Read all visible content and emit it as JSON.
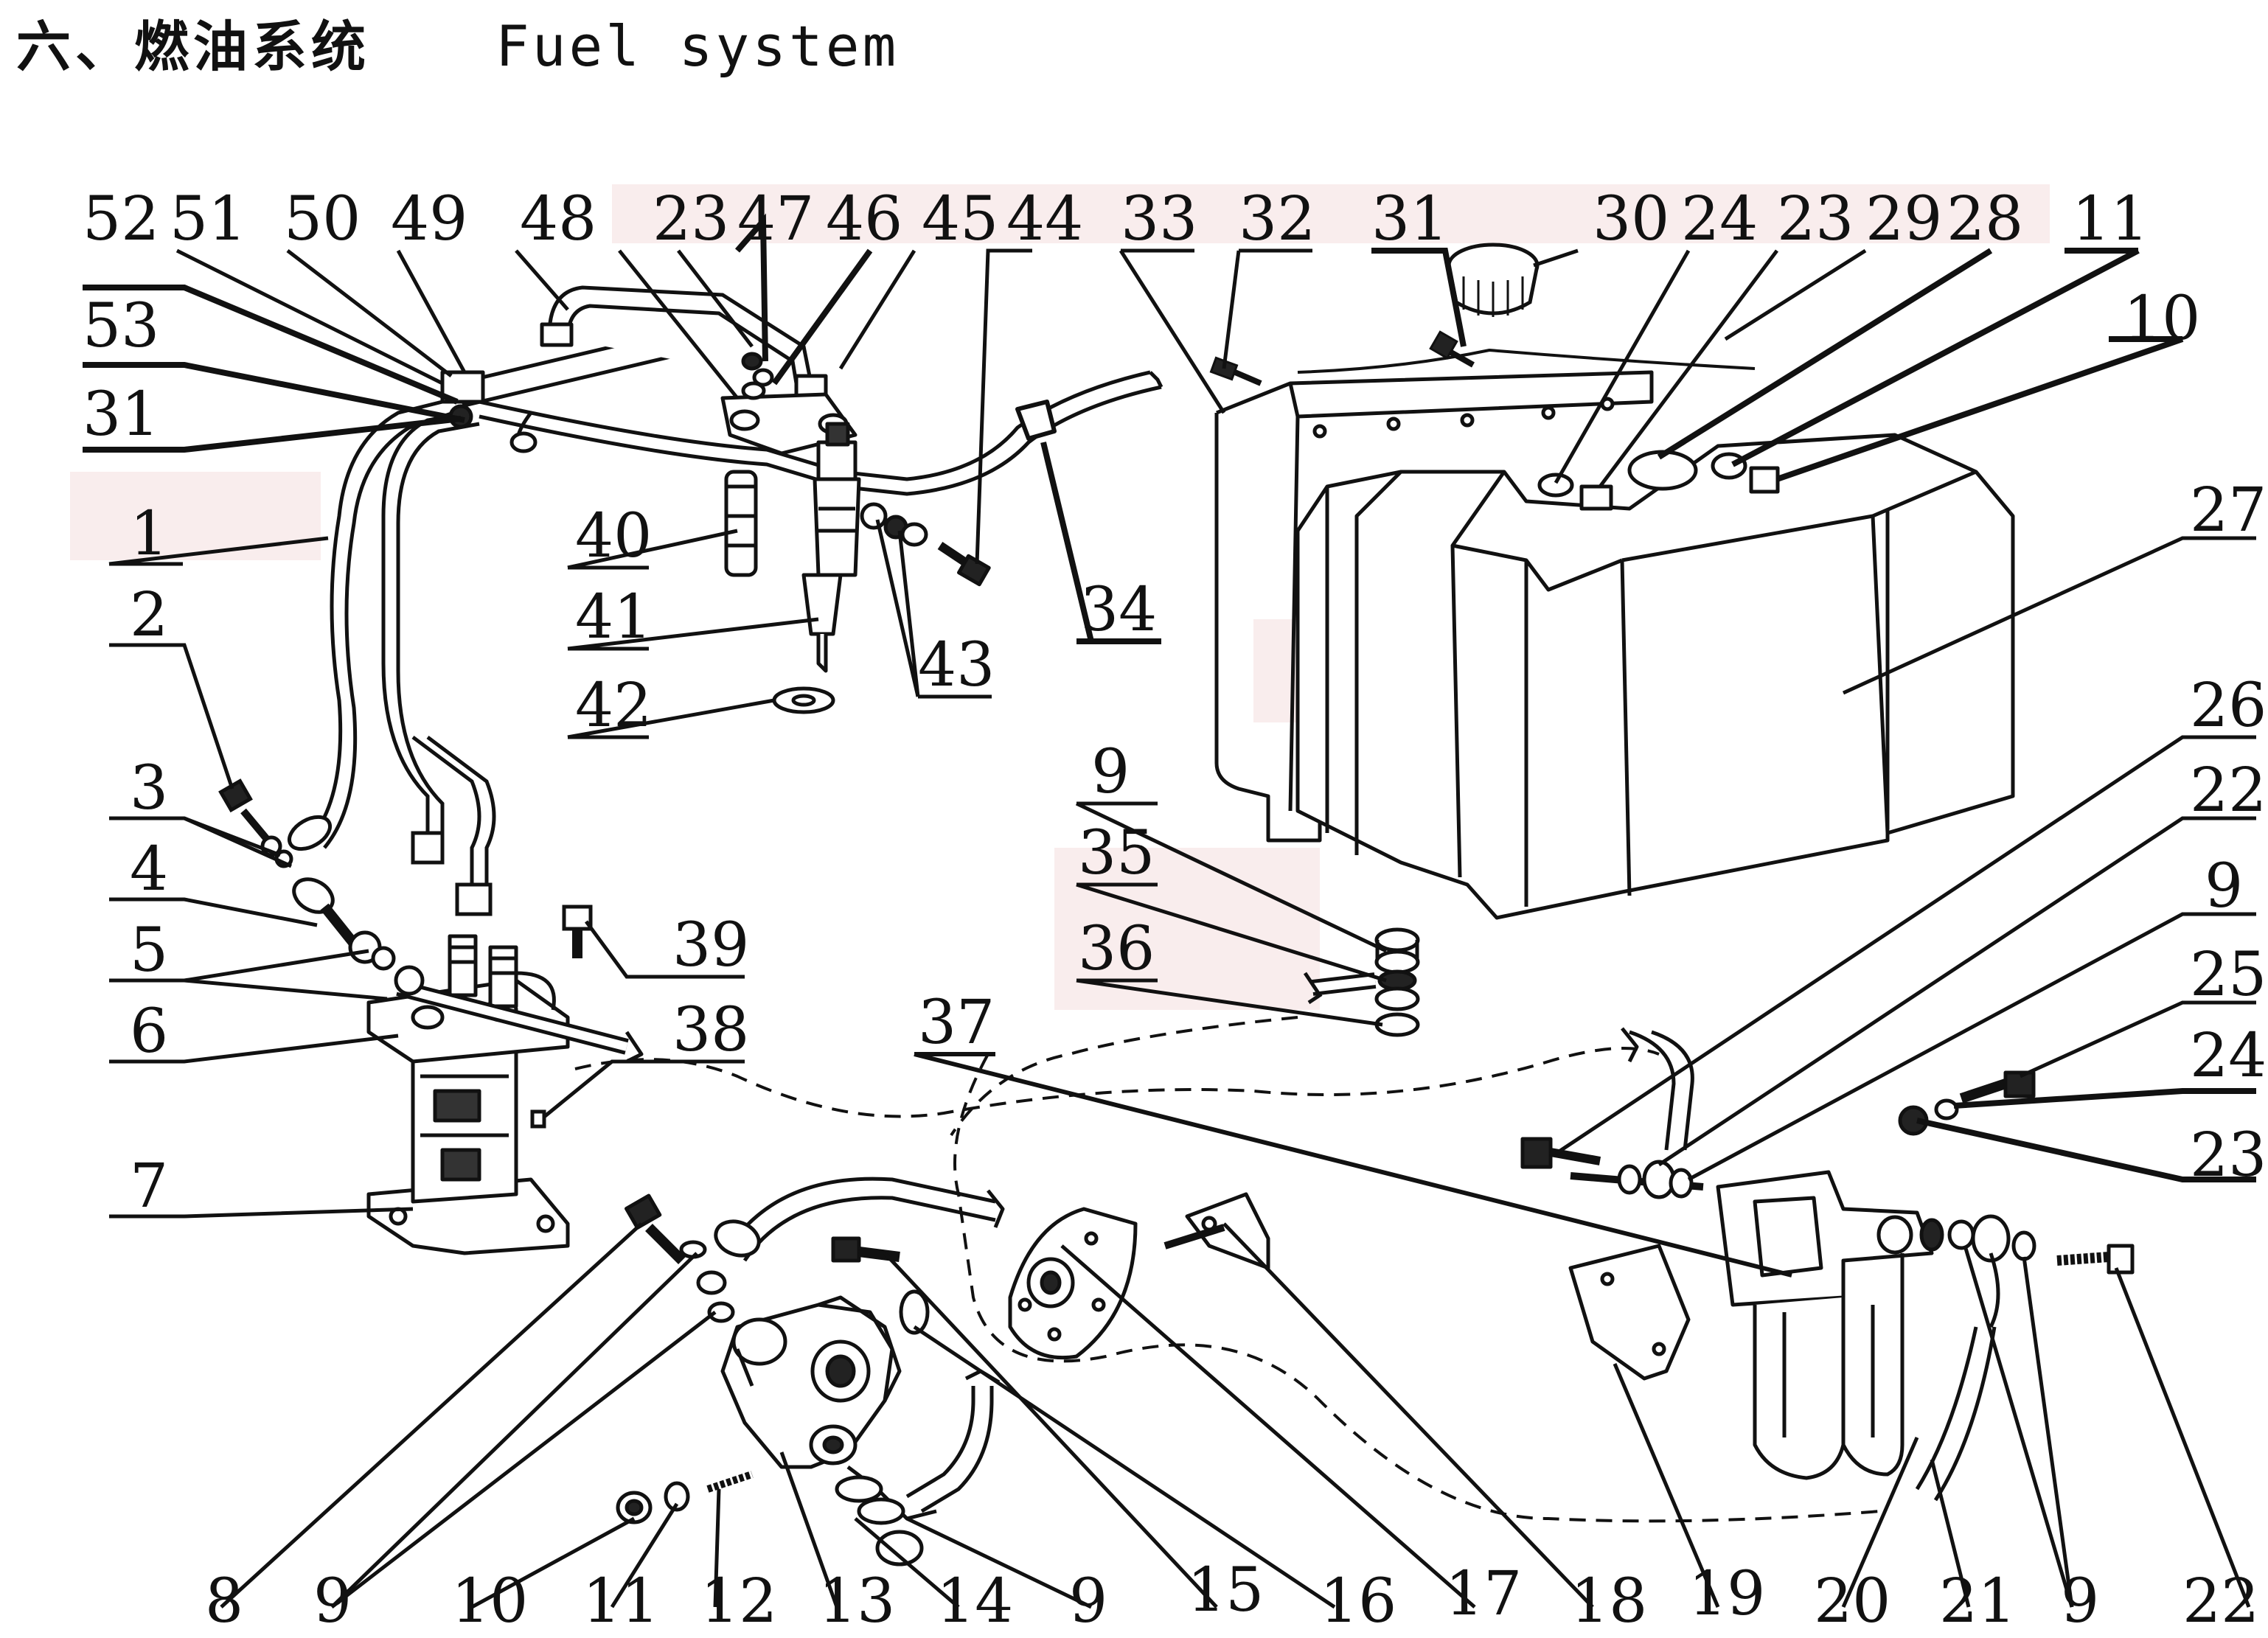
{
  "title": {
    "chinese": "六、燃油系统",
    "english": "Fuel system"
  },
  "diagram": {
    "callouts": [
      {
        "id": "c1",
        "text": "1"
      },
      {
        "id": "c2",
        "text": "2"
      },
      {
        "id": "c3",
        "text": "3"
      },
      {
        "id": "c4",
        "text": "4"
      },
      {
        "id": "c5",
        "text": "5"
      },
      {
        "id": "c6",
        "text": "6"
      },
      {
        "id": "c7",
        "text": "7"
      },
      {
        "id": "c8",
        "text": "8"
      },
      {
        "id": "c9a",
        "text": "9"
      },
      {
        "id": "c10a",
        "text": "10"
      },
      {
        "id": "c11a",
        "text": "11"
      },
      {
        "id": "c12",
        "text": "12"
      },
      {
        "id": "c13",
        "text": "13"
      },
      {
        "id": "c14",
        "text": "14"
      },
      {
        "id": "c9b",
        "text": "9"
      },
      {
        "id": "c15",
        "text": "15"
      },
      {
        "id": "c16",
        "text": "16"
      },
      {
        "id": "c17",
        "text": "17"
      },
      {
        "id": "c18",
        "text": "18"
      },
      {
        "id": "c19",
        "text": "19"
      },
      {
        "id": "c20",
        "text": "20"
      },
      {
        "id": "c21",
        "text": "21"
      },
      {
        "id": "c9c",
        "text": "9"
      },
      {
        "id": "c22a",
        "text": "22"
      },
      {
        "id": "c23a",
        "text": "23"
      },
      {
        "id": "c24a",
        "text": "24"
      },
      {
        "id": "c25",
        "text": "25"
      },
      {
        "id": "c9d",
        "text": "9"
      },
      {
        "id": "c22b",
        "text": "22"
      },
      {
        "id": "c26",
        "text": "26"
      },
      {
        "id": "c27",
        "text": "27"
      },
      {
        "id": "c10b",
        "text": "10"
      },
      {
        "id": "c11b",
        "text": "11"
      },
      {
        "id": "c28",
        "text": "28"
      },
      {
        "id": "c29",
        "text": "29"
      },
      {
        "id": "c23b",
        "text": "23"
      },
      {
        "id": "c24b",
        "text": "24"
      },
      {
        "id": "c30",
        "text": "30"
      },
      {
        "id": "c31a",
        "text": "31"
      },
      {
        "id": "c32",
        "text": "32"
      },
      {
        "id": "c33",
        "text": "33"
      },
      {
        "id": "c34",
        "text": "34"
      },
      {
        "id": "c9e",
        "text": "9"
      },
      {
        "id": "c35",
        "text": "35"
      },
      {
        "id": "c36",
        "text": "36"
      },
      {
        "id": "c37",
        "text": "37"
      },
      {
        "id": "c38",
        "text": "38"
      },
      {
        "id": "c39",
        "text": "39"
      },
      {
        "id": "c40",
        "text": "40"
      },
      {
        "id": "c41",
        "text": "41"
      },
      {
        "id": "c42",
        "text": "42"
      },
      {
        "id": "c43",
        "text": "43"
      },
      {
        "id": "c44",
        "text": "44"
      },
      {
        "id": "c45",
        "text": "45"
      },
      {
        "id": "c46",
        "text": "46"
      },
      {
        "id": "c47",
        "text": "47"
      },
      {
        "id": "c23c",
        "text": "23"
      },
      {
        "id": "c48",
        "text": "48"
      },
      {
        "id": "c49",
        "text": "49"
      },
      {
        "id": "c50",
        "text": "50"
      },
      {
        "id": "c51",
        "text": "51"
      },
      {
        "id": "c52",
        "text": "52"
      },
      {
        "id": "c53",
        "text": "53"
      },
      {
        "id": "c31b",
        "text": "31"
      }
    ]
  }
}
